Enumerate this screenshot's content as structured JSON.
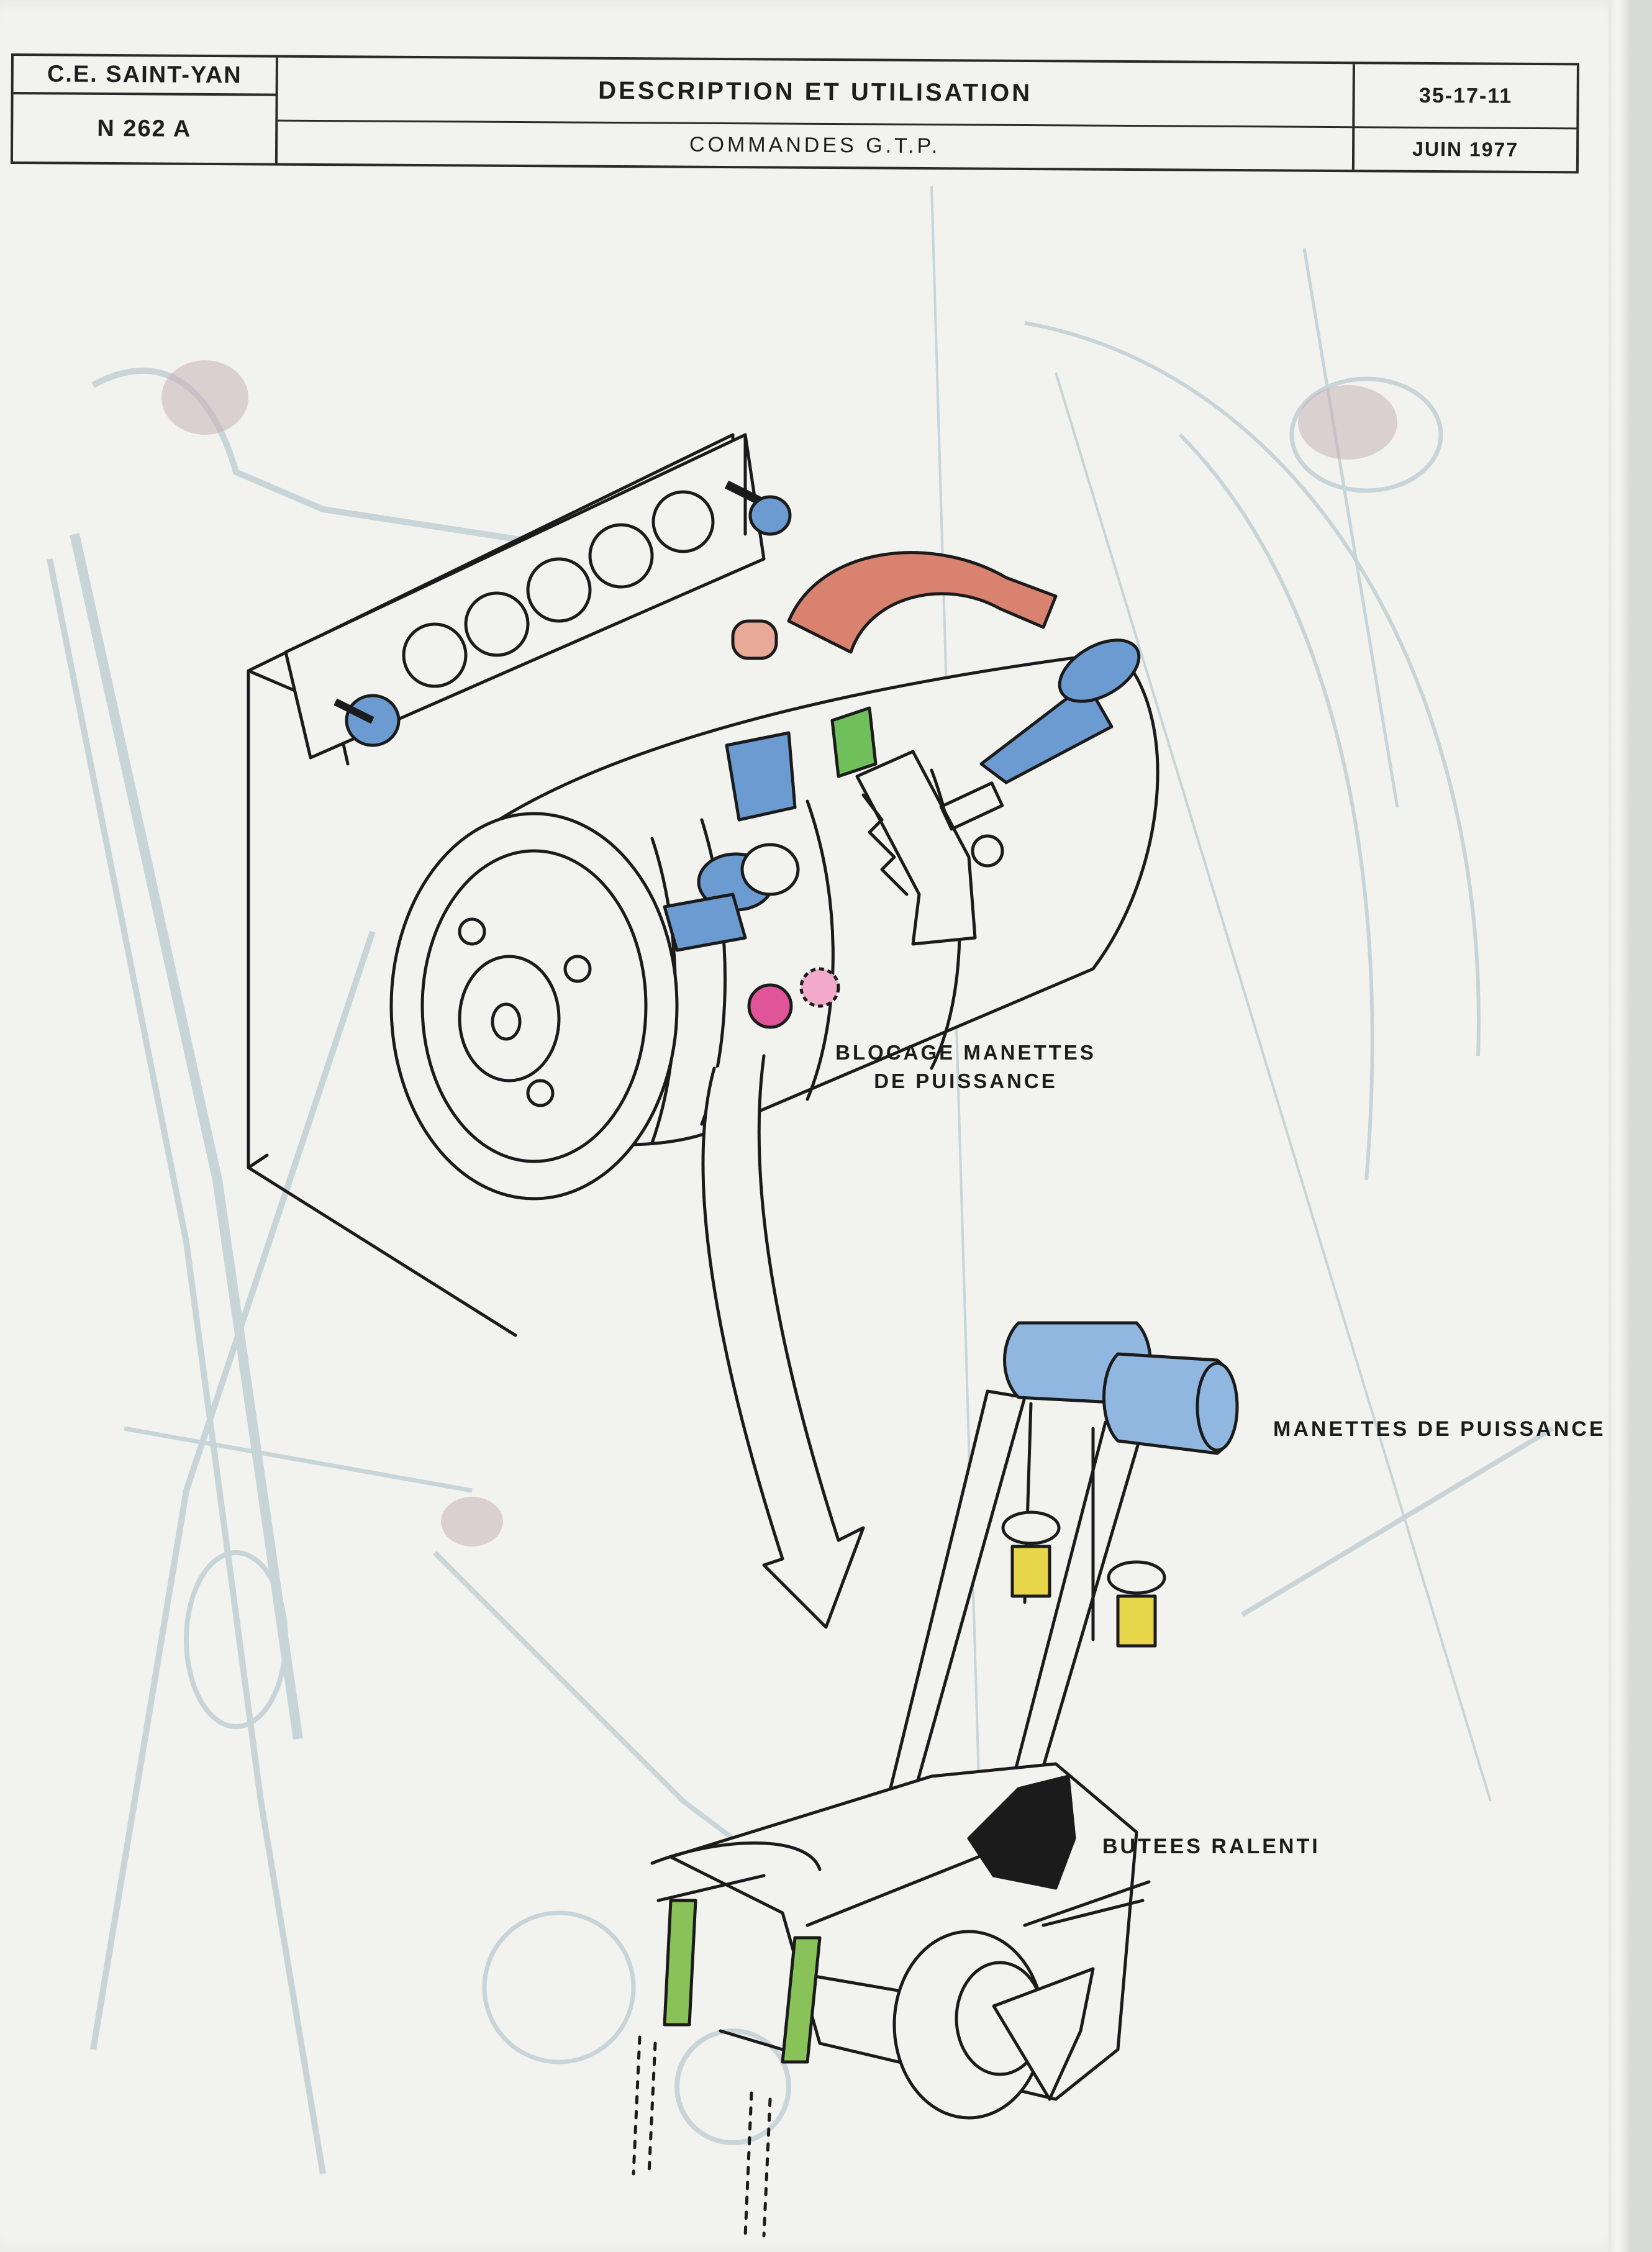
{
  "header": {
    "organization": "C.E. SAINT-YAN",
    "aircraft_type": "N 262 A",
    "title": "DESCRIPTION ET UTILISATION",
    "subtitle": "COMMANDES G.T.P.",
    "reference": "35-17-11",
    "date": "JUIN 1977"
  },
  "labels": {
    "power_lever_lock_line1": "BLOCAGE MANETTES",
    "power_lever_lock_line2": "DE PUISSANCE",
    "power_levers": "MANETTES DE PUISSANCE",
    "idle_stops": "BUTEES RALENTI"
  },
  "colors": {
    "paper": "#f2f3ee",
    "ink": "#1c1c1c",
    "blue_parts": "#6b9bd1",
    "light_blue_parts": "#8fb7e0",
    "red_parts": "#d9826f",
    "green_parts": "#6fbf5a",
    "lime_rods": "#8ac25a",
    "pink_parts": "#e0559a",
    "yellow_parts": "#e8d64a",
    "ghost_lines": "#b7c8cf"
  }
}
